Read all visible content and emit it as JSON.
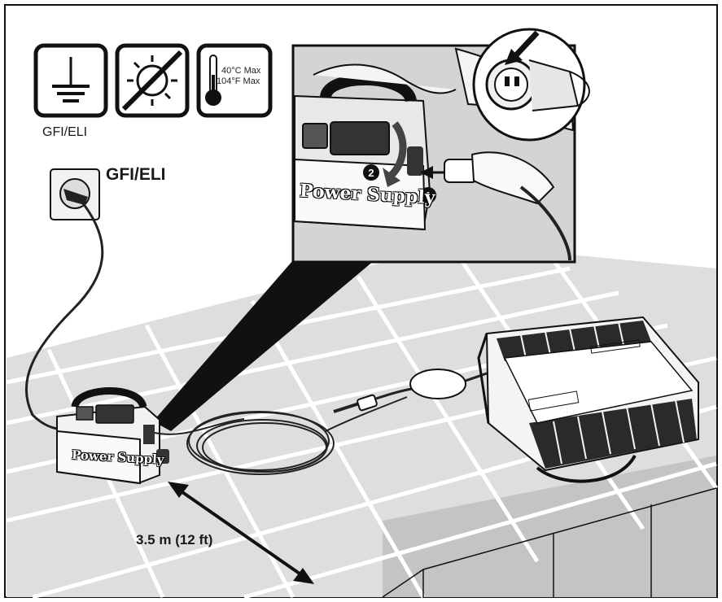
{
  "icons": {
    "ground": "ground-symbol-icon",
    "no_sun": "no-direct-sunlight-icon",
    "temperature": "thermometer-icon"
  },
  "labels": {
    "gfi_eli_small": "GFI/ELI",
    "gfi_eli_outlet": "GFI/ELI",
    "temp_celsius": "40°C Max",
    "temp_fahrenheit": "104°F Max",
    "power_supply_inset": "Power Supply",
    "power_supply_main": "Power Supply",
    "distance": "3.5 m (12 ft)",
    "step_1": "1",
    "step_2": "2"
  },
  "colors": {
    "line": "#111111",
    "tile": "#dcdcdc",
    "tile_dark": "#b8b8b8",
    "inset_bg": "#c8c8c8"
  }
}
